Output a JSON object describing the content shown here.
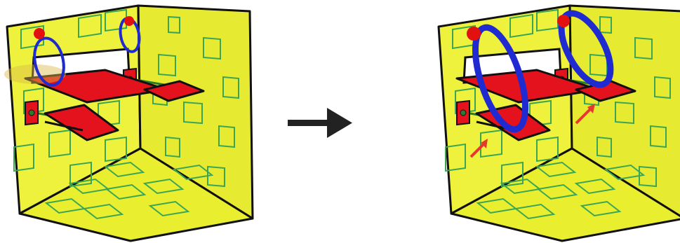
{
  "colors": {
    "background": "#ffffff",
    "wall_fill": "#eef23c",
    "floor_fill": "#e9ee2e",
    "grid_square": "#3aa655",
    "edge": "#111111",
    "panel_fill": "#e3121c",
    "loop_stroke": "#1f2bd0",
    "marker_dot": "#e31010",
    "small_arrow": "#e33a2a",
    "transition_arrow": "#222222",
    "rod": "#2c7a2c"
  },
  "panels": [
    {
      "id": "before",
      "loops_enlarged": false,
      "pointer_arrows": 0
    },
    {
      "id": "after",
      "loops_enlarged": true,
      "pointer_arrows": 2
    }
  ],
  "transition_icon": "right-arrow-icon"
}
